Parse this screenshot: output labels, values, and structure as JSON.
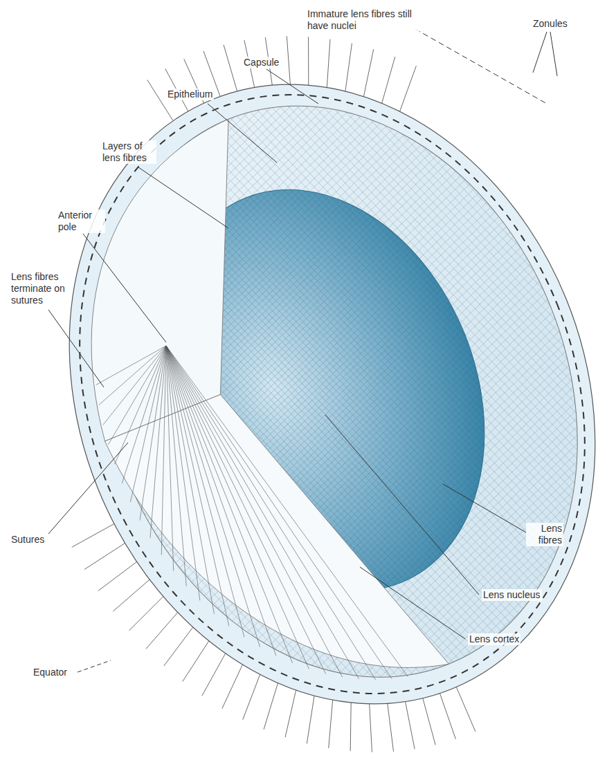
{
  "diagram": {
    "labels": [
      "Immature lens fibres still have nuclei",
      "Zonules",
      "Capsule",
      "Epithelium",
      "Layers of lens fibres",
      "Anterior pole",
      "Lens fibres terminate on sutures",
      "Sutures",
      "Lens fibres",
      "Lens nucleus",
      "Lens cortex",
      "Equator"
    ]
  }
}
